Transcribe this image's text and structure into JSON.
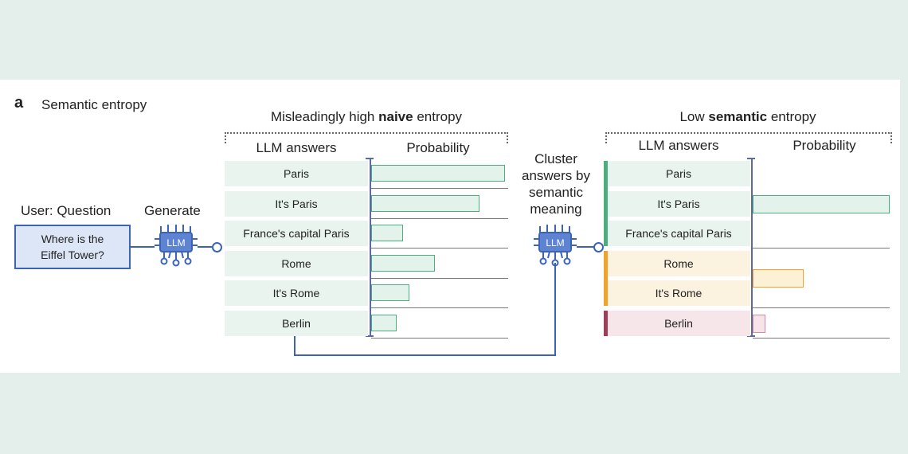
{
  "panel": {
    "letter": "a",
    "title": "Semantic entropy"
  },
  "question": {
    "label": "User: Question",
    "line1": "Where is the",
    "line2": "Eiffel Tower?"
  },
  "generate": {
    "label": "Generate",
    "icon_name": "llm-chip-icon",
    "icon_text": "LLM"
  },
  "cluster": {
    "line1": "Cluster",
    "line2": "answers by",
    "line3": "semantic",
    "line4": "meaning",
    "icon_name": "llm-chip-icon",
    "icon_text": "LLM"
  },
  "naive": {
    "title_pre": "Misleadingly high ",
    "title_bold": "naive",
    "title_post": " entropy",
    "col_answers": "LLM answers",
    "col_prob": "Probability",
    "answers": [
      "Paris",
      "It's Paris",
      "France's capital Paris",
      "Rome",
      "It's Rome",
      "Berlin"
    ],
    "probabilities": [
      0.42,
      0.34,
      0.1,
      0.2,
      0.12,
      0.08
    ]
  },
  "semantic": {
    "title_pre": "Low ",
    "title_bold": "semantic",
    "title_post": " entropy",
    "col_answers": "LLM answers",
    "col_prob": "Probability",
    "answers": [
      "Paris",
      "It's Paris",
      "France's capital Paris",
      "Rome",
      "It's Rome",
      "Berlin"
    ],
    "clusters": [
      {
        "members": [
          "Paris",
          "It's Paris",
          "France's capital Paris"
        ],
        "probability": 0.86,
        "color": "#4cae7f"
      },
      {
        "members": [
          "Rome",
          "It's Rome"
        ],
        "probability": 0.32,
        "color": "#f0a328"
      },
      {
        "members": [
          "Berlin"
        ],
        "probability": 0.08,
        "color": "#9e3f5a"
      }
    ]
  },
  "colors": {
    "accent_blue": "#3b63b8",
    "axis": "#5b6aa6",
    "green_bar": "#4cae7f",
    "orange_bar": "#f0a328",
    "pink_bar": "#d68ba0"
  }
}
